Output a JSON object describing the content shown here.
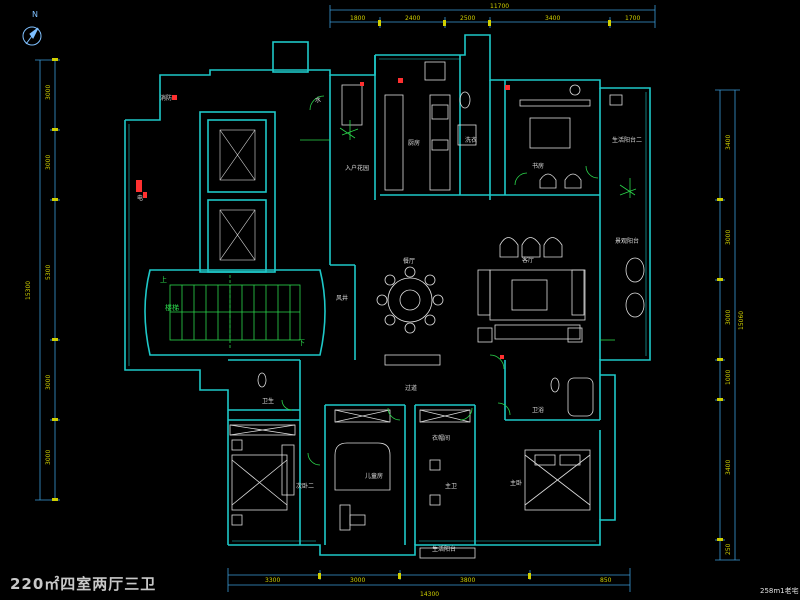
{
  "title": "220㎡四室两厅三卫",
  "scale_note": "258m1老宅",
  "compass": "N",
  "colors": {
    "background": "#000000",
    "wall": "#1ec8c8",
    "furniture": "#dcdcdc",
    "green": "#2bd64b",
    "red": "#ff3030",
    "dim": "#3a9ad9",
    "dim_text": "#d0d000"
  },
  "rooms": {
    "elevator_hall": "楼梯",
    "fire_room": "消防",
    "elec": "电",
    "water": "水",
    "wind": "风井",
    "stairs_up": "上",
    "stairs_down": "下",
    "kitchen": "厨房",
    "entry": "入户花园",
    "laundry": "洗衣",
    "study": "书房",
    "balcony_top": "生活阳台二",
    "dining": "餐厅",
    "living": "客厅",
    "balcony_right": "景观阳台",
    "corridor": "过道",
    "wc_left": "卫生",
    "bedroom2": "次卧二",
    "bedroom3": "儿童房",
    "cloak": "衣帽间",
    "master_wc": "主卫",
    "master_bed": "主卧",
    "ensuite": "卫浴",
    "bathroom_mid": "主卫",
    "balcony_bottom": "生活阳台"
  },
  "dims_top": [
    "11700",
    "1800",
    "2400",
    "2500",
    "3400",
    "1700"
  ],
  "dims_bottom": [
    "14300",
    "3300",
    "3000",
    "3800",
    "850"
  ],
  "dims_left": [
    "15300",
    "3000",
    "3000",
    "5300",
    "3000",
    "3000"
  ],
  "dims_right": [
    "15060",
    "3400",
    "3000",
    "3000",
    "1000",
    "3400",
    "250"
  ]
}
